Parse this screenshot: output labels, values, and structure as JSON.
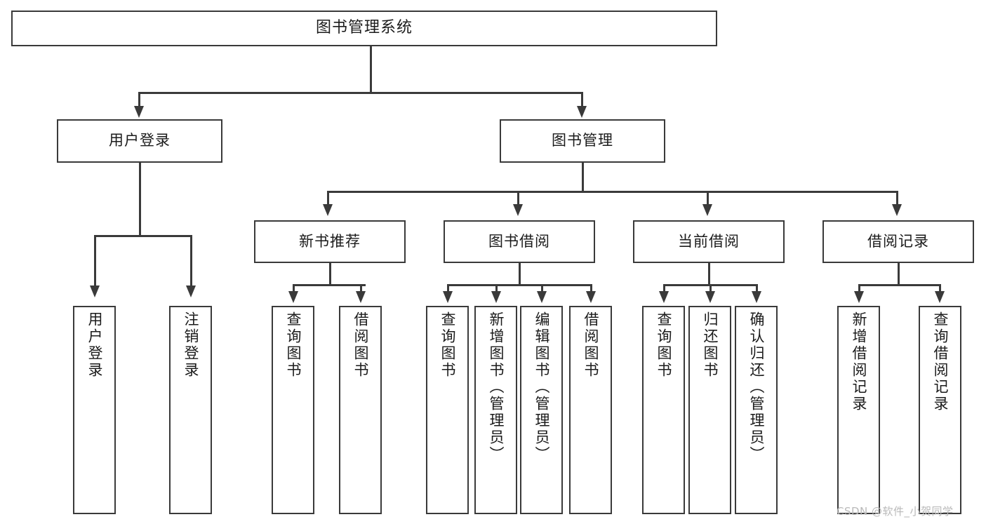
{
  "diagram": {
    "title": "图书管理系统",
    "type": "tree-hierarchy",
    "root": {
      "label": "图书管理系统"
    },
    "level1": [
      {
        "label": "用户登录"
      },
      {
        "label": "图书管理"
      }
    ],
    "level2": [
      {
        "label": "新书推荐"
      },
      {
        "label": "图书借阅"
      },
      {
        "label": "当前借阅"
      },
      {
        "label": "借阅记录"
      }
    ],
    "leaves": {
      "user_login": [
        {
          "label": "用户登录"
        },
        {
          "label": "注销登录"
        }
      ],
      "new_book_recommend": [
        {
          "label": "查询图书"
        },
        {
          "label": "借阅图书"
        }
      ],
      "book_borrow": [
        {
          "label": "查询图书"
        },
        {
          "label": "新增图书（管理员）"
        },
        {
          "label": "编辑图书（管理员）"
        },
        {
          "label": "借阅图书"
        }
      ],
      "current_borrow": [
        {
          "label": "查询图书"
        },
        {
          "label": "归还图书"
        },
        {
          "label": "确认归还（管理员）"
        }
      ],
      "borrow_record": [
        {
          "label": "新增借阅记录"
        },
        {
          "label": "查询借阅记录"
        }
      ]
    }
  },
  "watermark": {
    "text": "CSDN @软件_小贺同学"
  },
  "colors": {
    "stroke": "#3a3a3a",
    "text": "#1b1b1b",
    "background": "#ffffff",
    "watermark": "#b9b9b9"
  }
}
